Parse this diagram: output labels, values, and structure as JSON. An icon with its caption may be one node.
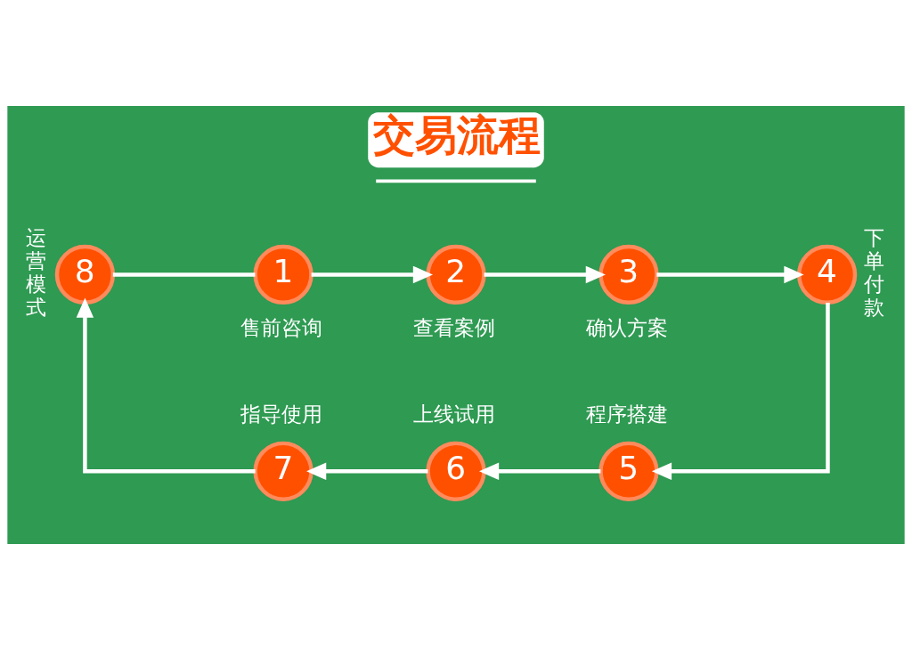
{
  "diagram": {
    "title": "交易流程",
    "nodes": [
      {
        "text": [
          "1"
        ],
        "beside": [
          "售前咨询"
        ]
      },
      {
        "text": [
          "2"
        ],
        "beside": [
          "查看案例"
        ]
      },
      {
        "text": [
          "3"
        ],
        "beside": [
          "确认方案"
        ]
      },
      {
        "text": [
          "4"
        ],
        "beside": [
          "下单付款"
        ]
      },
      {
        "text": [
          "5"
        ],
        "beside": [
          "程序搭建"
        ]
      },
      {
        "text": [
          "6"
        ],
        "beside": [
          "上线试用"
        ]
      },
      {
        "text": [
          "7"
        ],
        "beside": [
          "指导使用"
        ]
      },
      {
        "text": [
          "8"
        ],
        "beside": [
          "运营模式"
        ]
      }
    ],
    "edges": [
      {
        "from": 0,
        "to": 1,
        "arrow": "to"
      },
      {
        "from": 1,
        "to": 2,
        "arrow": "to"
      },
      {
        "from": 2,
        "to": 3,
        "arrow": "to"
      },
      {
        "from": 3,
        "to": 4,
        "arrow": "to"
      },
      {
        "from": 4,
        "to": 5,
        "arrow": "to"
      },
      {
        "from": 5,
        "to": 6,
        "arrow": "to"
      },
      {
        "from": 6,
        "to": 7,
        "arrow": "to"
      },
      {
        "from": 7,
        "to": 0,
        "arrow": "none"
      }
    ]
  }
}
